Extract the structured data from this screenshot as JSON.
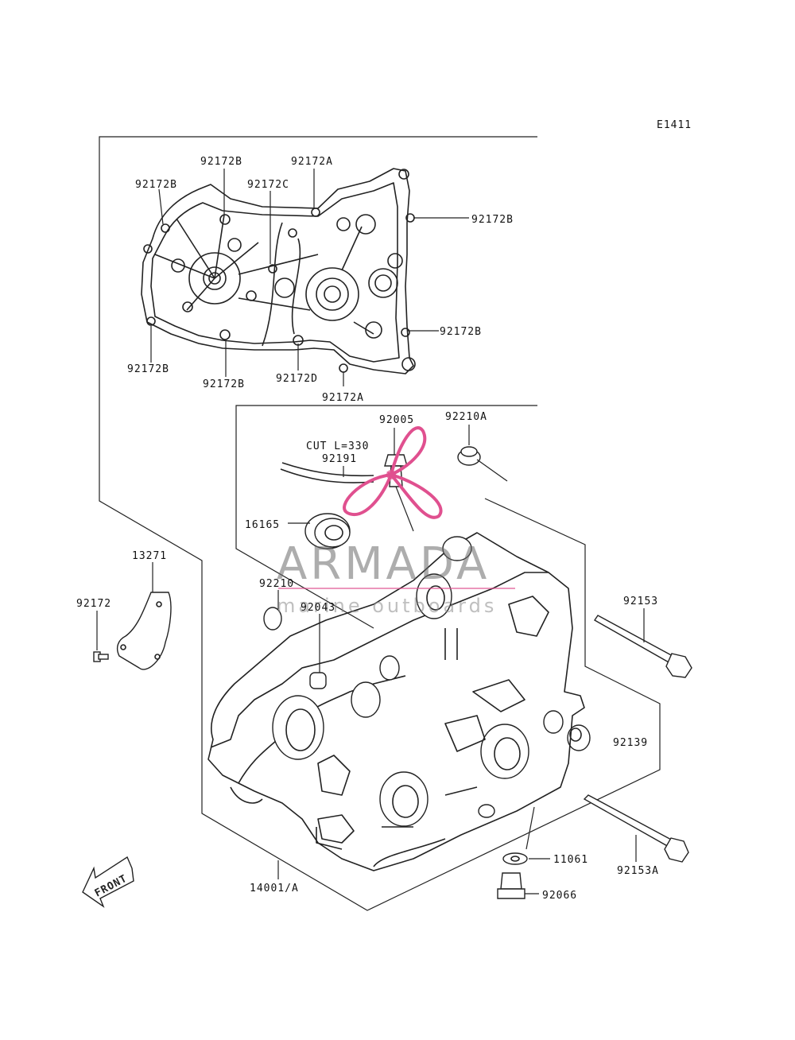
{
  "diagram_code": "E1411",
  "labels": {
    "l92172B_top": "92172B",
    "l92172A_top": "92172A",
    "l92172B_left": "92172B",
    "l92172C": "92172C",
    "l92172B_right": "92172B",
    "l92172B_right2": "92172B",
    "l92172B_bl": "92172B",
    "l92172B_bc": "92172B",
    "l92172D": "92172D",
    "l92172A_bot": "92172A",
    "l92005": "92005",
    "l92210A": "92210A",
    "l_cut": "CUT L=330",
    "l92191": "92191",
    "l16165": "16165",
    "l13271": "13271",
    "l92172": "92172",
    "l92210": "92210",
    "l92043": "92043",
    "l92153": "92153",
    "l92139": "92139",
    "l11061": "11061",
    "l92153A": "92153A",
    "l92066": "92066",
    "l14001A": "14001/A"
  },
  "front_arrow": "FRONT",
  "watermark": {
    "brand": "ARMADA",
    "tagline": "marine outboards",
    "color": "#e0508f"
  }
}
